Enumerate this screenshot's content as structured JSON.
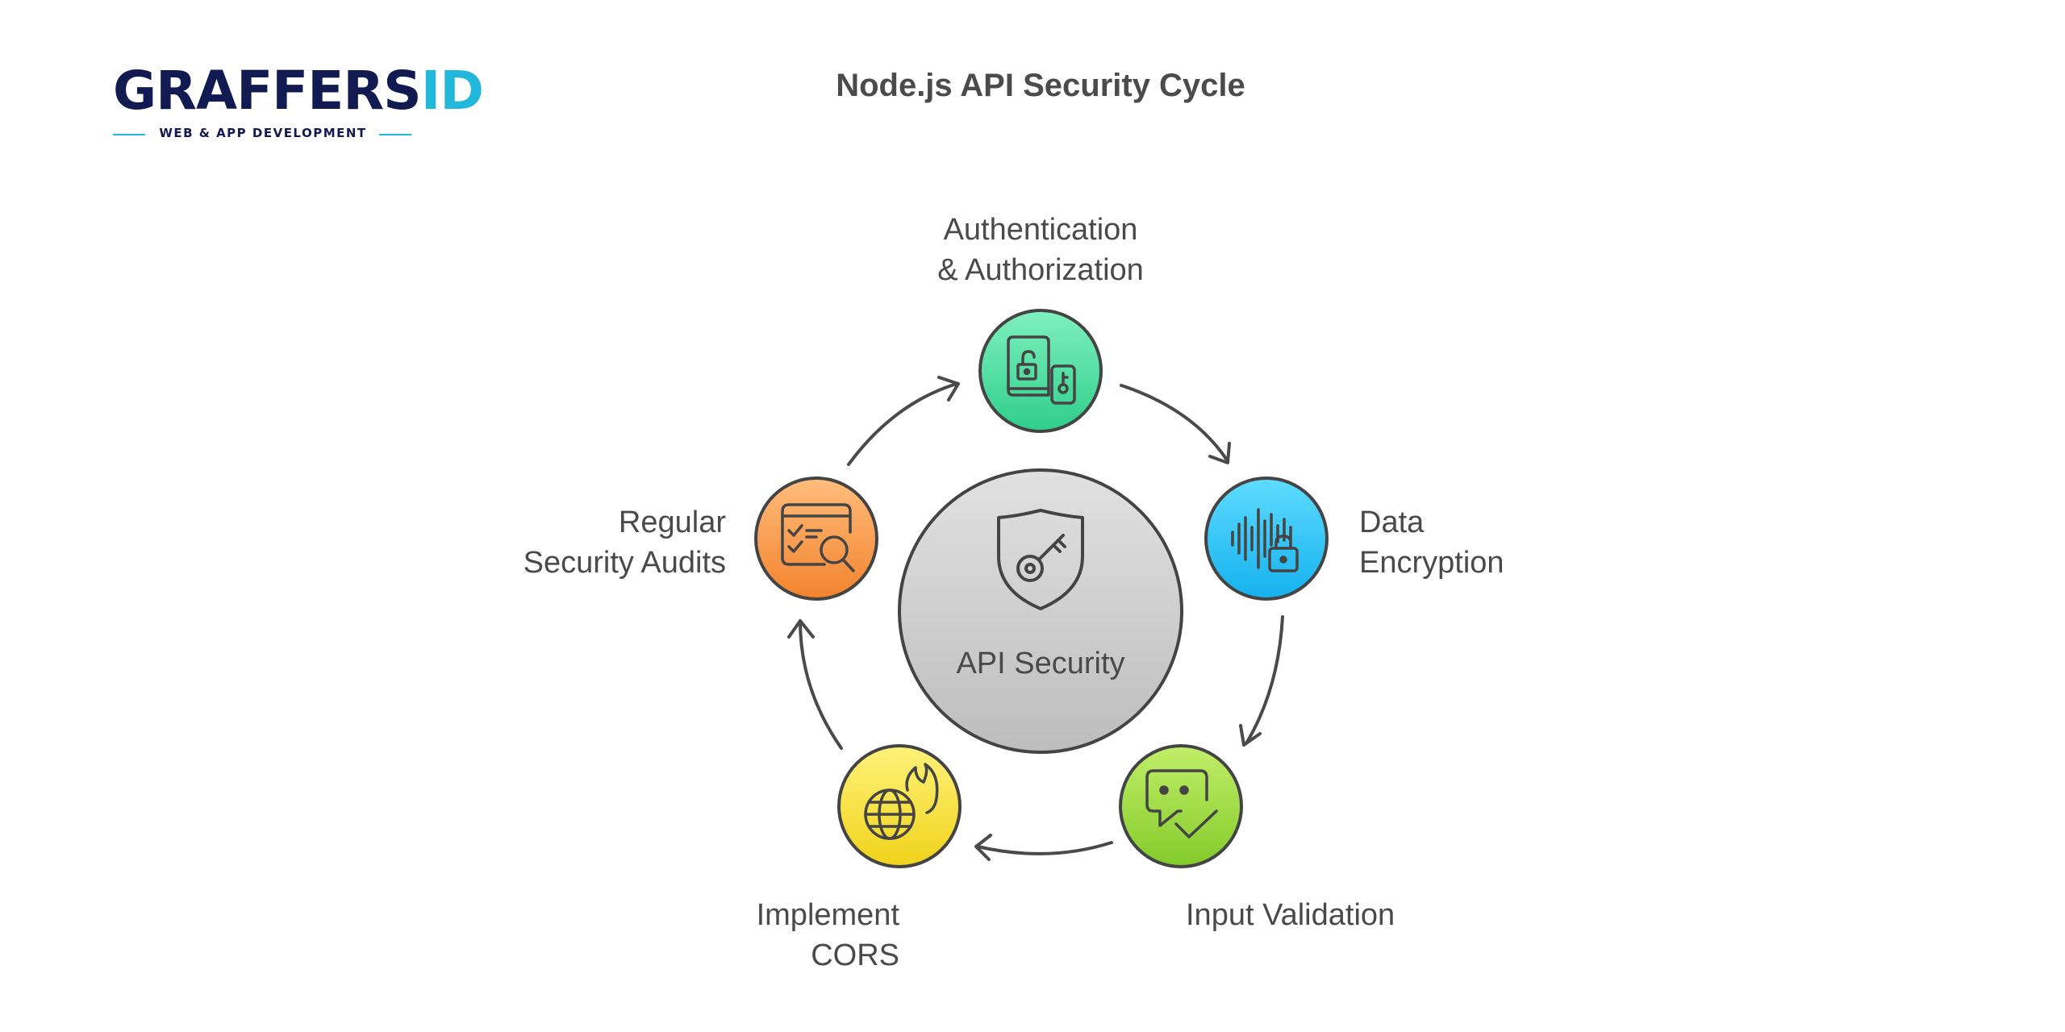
{
  "logo": {
    "word_main": "GRAFFERS",
    "word_accent": "ID",
    "tagline": "WEB & APP DEVELOPMENT"
  },
  "title": "Node.js API Security Cycle",
  "center": {
    "label": "API Security",
    "icon": "shield-key-icon",
    "color": "#cfcfcf"
  },
  "nodes": [
    {
      "id": "auth",
      "lines": [
        "Authentication",
        "& Authorization"
      ],
      "icon": "lock-key-document-icon",
      "color": "#3ed99a"
    },
    {
      "id": "encryption",
      "lines": [
        "Data",
        "Encryption"
      ],
      "icon": "waveform-lock-icon",
      "color": "#1ec2f2"
    },
    {
      "id": "validation",
      "lines": [
        "Input Validation"
      ],
      "icon": "chat-check-icon",
      "color": "#9ad83a"
    },
    {
      "id": "cors",
      "lines": [
        "Implement",
        "CORS"
      ],
      "icon": "globe-fire-icon",
      "color": "#f4e12b"
    },
    {
      "id": "audits",
      "lines": [
        "Regular",
        "Security Audits"
      ],
      "icon": "browser-search-icon",
      "color": "#f69a4c"
    }
  ]
}
